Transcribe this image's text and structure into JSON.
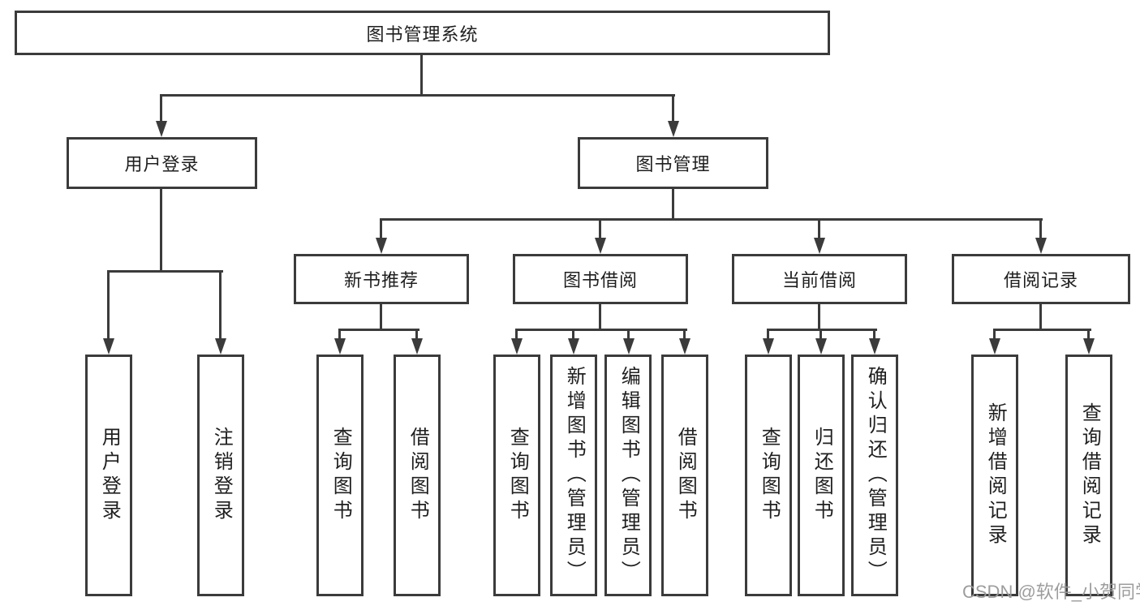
{
  "tree": {
    "root": {
      "label": "图书管理系统"
    },
    "branches": [
      {
        "label": "用户登录",
        "children": [
          "用户登录",
          "注销登录"
        ]
      },
      {
        "label": "图书管理",
        "sections": [
          {
            "label": "新书推荐",
            "children": [
              "查询图书",
              "借阅图书"
            ]
          },
          {
            "label": "图书借阅",
            "children": [
              "查询图书",
              "新增图书（管理员）",
              "编辑图书（管理员）",
              "借阅图书"
            ]
          },
          {
            "label": "当前借阅",
            "children": [
              "查询图书",
              "归还图书",
              "确认归还（管理员）"
            ]
          },
          {
            "label": "借阅记录",
            "children": [
              "新增借阅记录",
              "查询借阅记录"
            ]
          }
        ]
      }
    ]
  },
  "watermark": "CSDN @软件_小贺同学",
  "colors": {
    "line": "#3b3b3b",
    "text": "#1f1f1f",
    "watermark": "#989898",
    "background": "#ffffff"
  }
}
